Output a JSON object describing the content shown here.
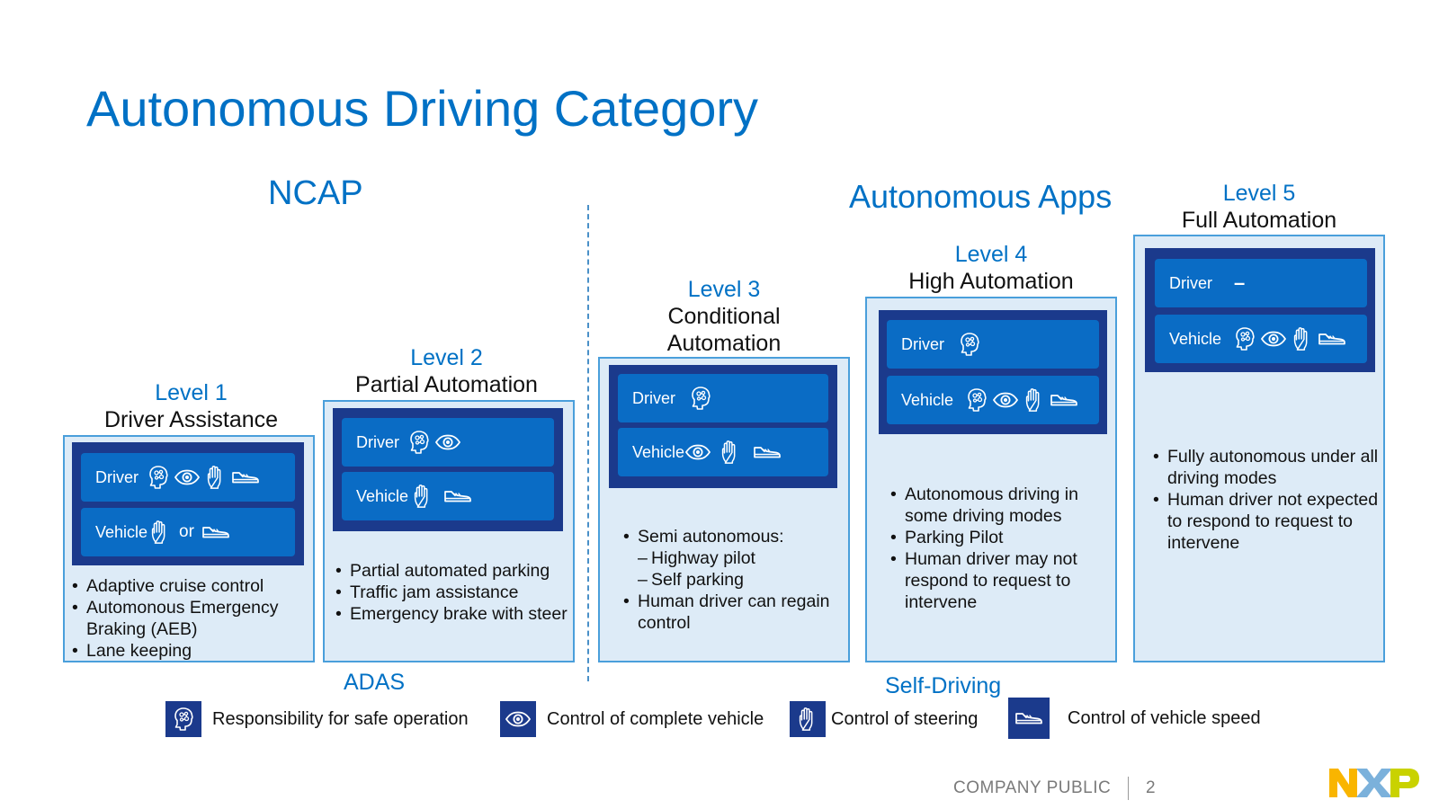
{
  "title": "Autonomous Driving Category",
  "groups": {
    "ncap": "NCAP",
    "autonomous_apps": "Autonomous Apps",
    "adas": "ADAS",
    "self_driving": "Self-Driving"
  },
  "levels": [
    {
      "num": "Level 1",
      "name": "Driver Assistance",
      "driver_label": "Driver",
      "vehicle_label": "Vehicle",
      "driver_icons": [
        "brain-icon",
        "eye-icon",
        "hand-icon",
        "shoe-icon"
      ],
      "vehicle_icons": [
        "hand-icon",
        "shoe-icon"
      ],
      "or_text": "or",
      "bullets": [
        "Adaptive cruise control",
        "Automonous Emergency Braking (AEB)",
        "Lane keeping"
      ]
    },
    {
      "num": "Level 2",
      "name": "Partial Automation",
      "driver_label": "Driver",
      "vehicle_label": "Vehicle",
      "driver_icons": [
        "brain-icon",
        "eye-icon"
      ],
      "vehicle_icons": [
        "hand-icon",
        "shoe-icon"
      ],
      "bullets": [
        "Partial automated parking",
        "Traffic jam assistance",
        "Emergency brake with steer"
      ]
    },
    {
      "num": "Level 3",
      "name_line1": "Conditional",
      "name_line2": "Automation",
      "driver_label": "Driver",
      "vehicle_label": "Vehicle",
      "driver_icons": [
        "brain-icon"
      ],
      "vehicle_icons": [
        "eye-icon",
        "hand-icon",
        "shoe-icon"
      ],
      "bullets": [
        "Semi autonomous:",
        "Highway pilot",
        "Self parking",
        "Human driver can regain control"
      ]
    },
    {
      "num": "Level 4",
      "name": "High Automation",
      "driver_label": "Driver",
      "vehicle_label": "Vehicle",
      "driver_icons": [
        "brain-icon"
      ],
      "vehicle_icons": [
        "brain-icon",
        "eye-icon",
        "hand-icon",
        "shoe-icon"
      ],
      "bullets": [
        "Autonomous driving in some driving modes",
        "Parking Pilot",
        "Human driver may not respond to request to intervene"
      ]
    },
    {
      "num": "Level 5",
      "name": "Full Automation",
      "driver_label": "Driver",
      "vehicle_label": "Vehicle",
      "driver_mark": "–",
      "vehicle_icons": [
        "brain-icon",
        "eye-icon",
        "hand-icon",
        "shoe-icon"
      ],
      "bullets": [
        "Fully autonomous under all driving modes",
        "Human driver not expected to respond to request to intervene"
      ]
    }
  ],
  "legend": [
    {
      "icon": "brain-icon",
      "label": "Responsibility for safe operation"
    },
    {
      "icon": "eye-icon",
      "label": "Control of complete vehicle"
    },
    {
      "icon": "hand-icon",
      "label": "Control of steering"
    },
    {
      "icon": "shoe-icon",
      "label": "Control of vehicle speed"
    }
  ],
  "footer": {
    "classification": "COMPANY PUBLIC",
    "page": "2",
    "logo_text": "NXP"
  },
  "colors": {
    "title_blue": "#0071c5",
    "card_fill": "#ddebf7",
    "card_border": "#4a9fdb",
    "panel_navy": "#1b3a8c",
    "row_blue": "#0a6cc5",
    "logo_yellow": "#f9b500",
    "logo_blue": "#7bb1db",
    "logo_green": "#c9d200"
  }
}
